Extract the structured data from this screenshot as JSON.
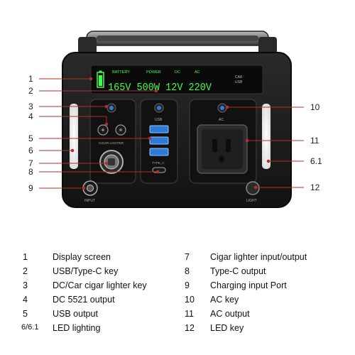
{
  "display": {
    "labels": [
      "BATTERY",
      "POWER",
      "DC",
      "AC"
    ],
    "side_labels": [
      "CAR",
      "USB"
    ],
    "readout": "165V 500W 12V 220V"
  },
  "panel_labels": {
    "usb": "USB",
    "ac": "AC",
    "cigar": "CIGAR LIGHTER",
    "typec": "TYPE_C",
    "input": "INPUT",
    "light": "LIGHT"
  },
  "callouts": [
    "1",
    "2",
    "3",
    "4",
    "5",
    "6",
    "7",
    "8",
    "9",
    "10",
    "11",
    "6.1",
    "12"
  ],
  "legend": [
    {
      "num": "1",
      "label": "Display screen"
    },
    {
      "num": "2",
      "label": "USB/Type-C key"
    },
    {
      "num": "3",
      "label": "DC/Car cigar lighter key"
    },
    {
      "num": "4",
      "label": "DC 5521 output"
    },
    {
      "num": "5",
      "label": "USB output"
    },
    {
      "num": "6/6.1",
      "label": "LED lighting"
    },
    {
      "num": "7",
      "label": "Cigar lighter input/output"
    },
    {
      "num": "8",
      "label": "Type-C output"
    },
    {
      "num": "9",
      "label": "Charging input Port"
    },
    {
      "num": "10",
      "label": "AC key"
    },
    {
      "num": "11",
      "label": "AC output"
    },
    {
      "num": "12",
      "label": "LED key"
    }
  ],
  "colors": {
    "body": "#1c1c1c",
    "accent_line": "#b03030",
    "lcd_green": "#3cff4a",
    "button_blue": "#2f7bd9"
  }
}
